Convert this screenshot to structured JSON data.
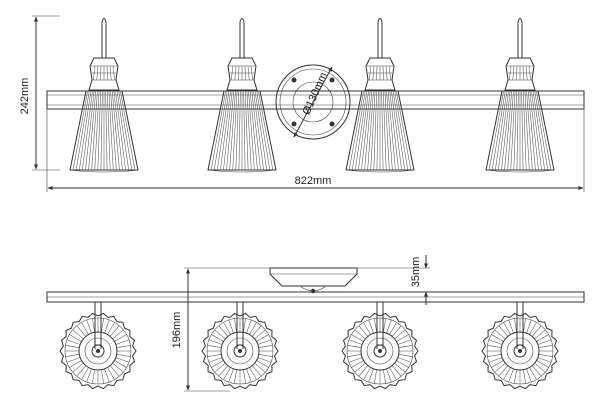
{
  "dimensions": {
    "front_height": "242mm",
    "front_width": "822mm",
    "backplate_diameter": "Ø130mm",
    "top_depth": "35mm",
    "top_height": "196mm"
  },
  "colors": {
    "line": "#333333",
    "background": "#ffffff"
  }
}
